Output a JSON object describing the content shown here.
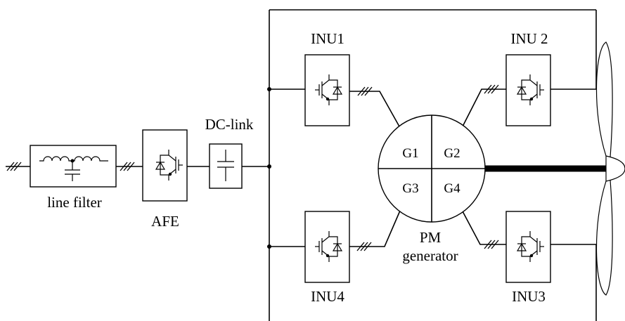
{
  "labels": {
    "line_filter": "line filter",
    "afe": "AFE",
    "dc_link": "DC-link",
    "inu1": "INU1",
    "inu2": "INU 2",
    "inu3": "INU3",
    "inu4": "INU4",
    "generator_line1": "PM",
    "generator_line2": "generator"
  },
  "generator_segments": {
    "g1": "G1",
    "g2": "G2",
    "g3": "G3",
    "g4": "G4"
  },
  "colors": {
    "line": "#000000",
    "background": "#ffffff"
  }
}
